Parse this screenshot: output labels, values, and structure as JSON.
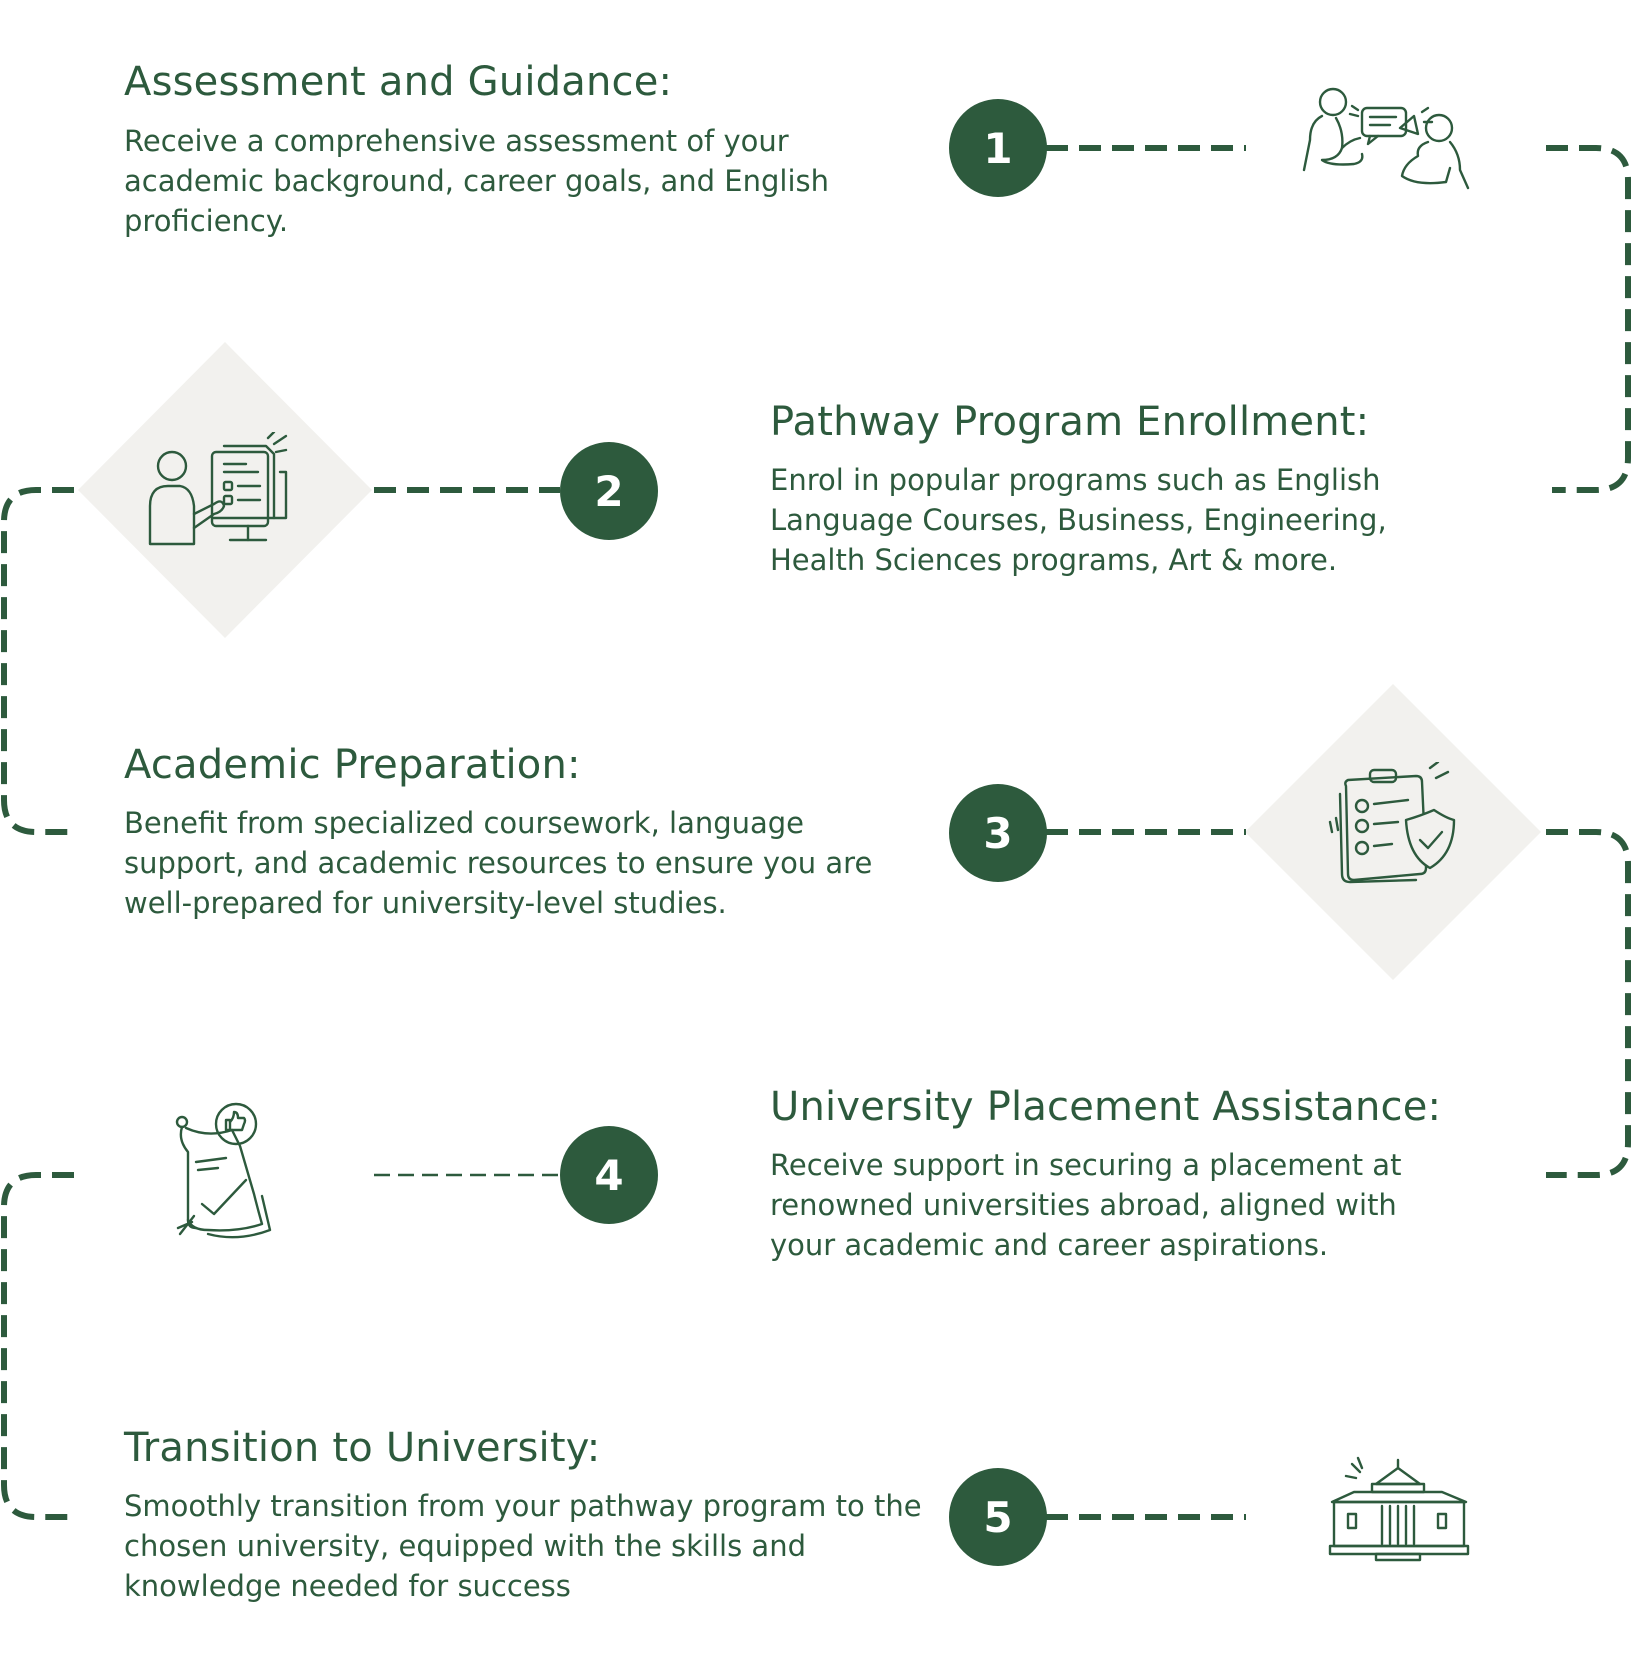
{
  "colors": {
    "primary": "#2d5a3d",
    "diamond": "#f2f1ee",
    "background": "#ffffff"
  },
  "steps": [
    {
      "number": "1",
      "title": "Assessment and Guidance:",
      "description": "Receive a comprehensive assessment of your academic background, career goals, and English proficiency.",
      "icon": "consultation-icon"
    },
    {
      "number": "2",
      "title": "Pathway Program Enrollment:",
      "description": "Enrol in popular programs such as English Language Courses, Business, Engineering, Health Sciences programs, Art & more.",
      "icon": "presentation-icon"
    },
    {
      "number": "3",
      "title": "Academic Preparation:",
      "description": "Benefit from specialized coursework, language support, and academic resources to ensure you are well-prepared for university-level studies.",
      "icon": "checklist-shield-icon"
    },
    {
      "number": "4",
      "title": "University Placement Assistance:",
      "description": "Receive support in securing a placement at renowned universities abroad, aligned with your academic and career aspirations.",
      "icon": "approved-document-icon"
    },
    {
      "number": "5",
      "title": "Transition to University:",
      "description": "Smoothly transition from your pathway program to the chosen university, equipped with the skills and knowledge needed for success",
      "icon": "university-building-icon"
    }
  ]
}
